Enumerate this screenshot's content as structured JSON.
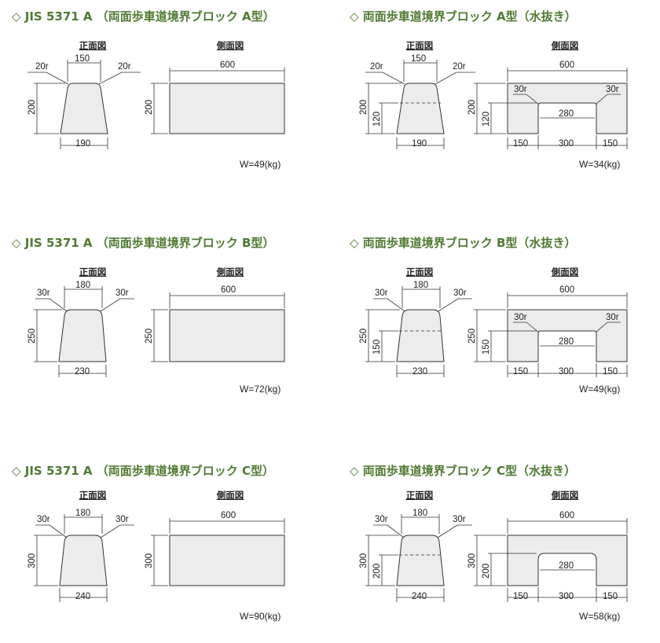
{
  "colors": {
    "title": "#4f7a32",
    "fill": "#ececec",
    "stroke": "#333333"
  },
  "labels": {
    "front": "正面図",
    "side": "側面図"
  },
  "panels": [
    {
      "title": "◇ JIS 5371 A （両面歩車道境界ブロック A型）",
      "weight": "W=49(kg)",
      "r_left": "20r",
      "r_right": "20r",
      "top": "150",
      "height": "200",
      "bottom": "190",
      "length": "600"
    },
    {
      "title": "◇ 両面歩車道境界ブロック A型（水抜き）",
      "weight": "W=34(kg)",
      "r_left": "20r",
      "r_right": "20r",
      "top": "150",
      "height": "200",
      "bottom": "190",
      "length": "600",
      "inner_h": "120",
      "r_notch_l": "30r",
      "r_notch_r": "30r",
      "notch_w": "280",
      "seg_l": "150",
      "seg_m": "300",
      "seg_r": "150"
    },
    {
      "title": "◇ JIS 5371 A （両面歩車道境界ブロック B型）",
      "weight": "W=72(kg)",
      "r_left": "30r",
      "r_right": "30r",
      "top": "180",
      "height": "250",
      "bottom": "230",
      "length": "600"
    },
    {
      "title": "◇ 両面歩車道境界ブロック B型（水抜き）",
      "weight": "W=49(kg)",
      "r_left": "30r",
      "r_right": "30r",
      "top": "180",
      "height": "250",
      "bottom": "230",
      "length": "600",
      "inner_h": "150",
      "r_notch_l": "30r",
      "r_notch_r": "30r",
      "notch_w": "280",
      "seg_l": "150",
      "seg_m": "300",
      "seg_r": "150"
    },
    {
      "title": "◇ JIS 5371 A （両面歩車道境界ブロック C型）",
      "weight": "W=90(kg)",
      "r_left": "30r",
      "r_right": "30r",
      "top": "180",
      "height": "300",
      "bottom": "240",
      "length": "600"
    },
    {
      "title": "◇ 両面歩車道境界ブロック C型（水抜き）",
      "weight": "W=58(kg)",
      "r_left": "30r",
      "r_right": "30r",
      "top": "180",
      "height": "300",
      "bottom": "240",
      "length": "600",
      "inner_h": "200",
      "notch_w": "280",
      "seg_l": "150",
      "seg_m": "300",
      "seg_r": "150"
    }
  ]
}
